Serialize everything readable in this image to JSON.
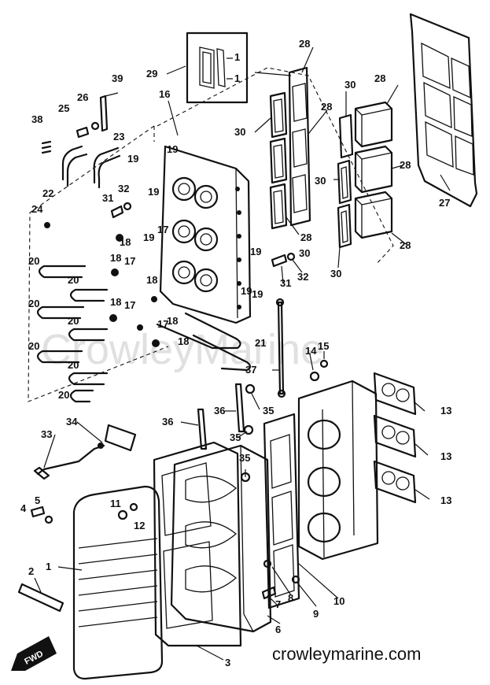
{
  "watermark": "CrowleyMarine",
  "site_label": "crowleymarine.com",
  "fwd_label": "FWD",
  "inset_marks": [
    "1",
    "1"
  ],
  "callouts": [
    {
      "id": "c1",
      "text": "1"
    },
    {
      "id": "c2",
      "text": "2"
    },
    {
      "id": "c3",
      "text": "3"
    },
    {
      "id": "c4",
      "text": "4"
    },
    {
      "id": "c5",
      "text": "5"
    },
    {
      "id": "c6",
      "text": "6"
    },
    {
      "id": "c7",
      "text": "7"
    },
    {
      "id": "c8",
      "text": "8"
    },
    {
      "id": "c9",
      "text": "9"
    },
    {
      "id": "c10",
      "text": "10"
    },
    {
      "id": "c11",
      "text": "11"
    },
    {
      "id": "c12",
      "text": "12"
    },
    {
      "id": "c13a",
      "text": "13"
    },
    {
      "id": "c13b",
      "text": "13"
    },
    {
      "id": "c13c",
      "text": "13"
    },
    {
      "id": "c14",
      "text": "14"
    },
    {
      "id": "c15",
      "text": "15"
    },
    {
      "id": "c16",
      "text": "16"
    },
    {
      "id": "c17a",
      "text": "17"
    },
    {
      "id": "c17b",
      "text": "17"
    },
    {
      "id": "c17c",
      "text": "17"
    },
    {
      "id": "c17d",
      "text": "17"
    },
    {
      "id": "c18a",
      "text": "18"
    },
    {
      "id": "c18b",
      "text": "18"
    },
    {
      "id": "c18c",
      "text": "18"
    },
    {
      "id": "c18d",
      "text": "18"
    },
    {
      "id": "c18e",
      "text": "18"
    },
    {
      "id": "c18f",
      "text": "18"
    },
    {
      "id": "c19a",
      "text": "19"
    },
    {
      "id": "c19b",
      "text": "19"
    },
    {
      "id": "c19c",
      "text": "19"
    },
    {
      "id": "c19d",
      "text": "19"
    },
    {
      "id": "c19e",
      "text": "19"
    },
    {
      "id": "c19f",
      "text": "19"
    },
    {
      "id": "c19g",
      "text": "19"
    },
    {
      "id": "c20a",
      "text": "20"
    },
    {
      "id": "c20b",
      "text": "20"
    },
    {
      "id": "c20c",
      "text": "20"
    },
    {
      "id": "c20d",
      "text": "20"
    },
    {
      "id": "c20e",
      "text": "20"
    },
    {
      "id": "c20f",
      "text": "20"
    },
    {
      "id": "c20g",
      "text": "20"
    },
    {
      "id": "c21",
      "text": "21"
    },
    {
      "id": "c22",
      "text": "22"
    },
    {
      "id": "c23",
      "text": "23"
    },
    {
      "id": "c24",
      "text": "24"
    },
    {
      "id": "c25",
      "text": "25"
    },
    {
      "id": "c26",
      "text": "26"
    },
    {
      "id": "c27",
      "text": "27"
    },
    {
      "id": "c28a",
      "text": "28"
    },
    {
      "id": "c28b",
      "text": "28"
    },
    {
      "id": "c28c",
      "text": "28"
    },
    {
      "id": "c28d",
      "text": "28"
    },
    {
      "id": "c28e",
      "text": "28"
    },
    {
      "id": "c28f",
      "text": "28"
    },
    {
      "id": "c29",
      "text": "29"
    },
    {
      "id": "c30a",
      "text": "30"
    },
    {
      "id": "c30b",
      "text": "30"
    },
    {
      "id": "c30c",
      "text": "30"
    },
    {
      "id": "c30d",
      "text": "30"
    },
    {
      "id": "c30e",
      "text": "30"
    },
    {
      "id": "c31a",
      "text": "31"
    },
    {
      "id": "c31b",
      "text": "31"
    },
    {
      "id": "c32a",
      "text": "32"
    },
    {
      "id": "c32b",
      "text": "32"
    },
    {
      "id": "c33",
      "text": "33"
    },
    {
      "id": "c34",
      "text": "34"
    },
    {
      "id": "c35a",
      "text": "35"
    },
    {
      "id": "c35b",
      "text": "35"
    },
    {
      "id": "c35c",
      "text": "35"
    },
    {
      "id": "c36a",
      "text": "36"
    },
    {
      "id": "c36b",
      "text": "36"
    },
    {
      "id": "c37",
      "text": "37"
    },
    {
      "id": "c38",
      "text": "38"
    },
    {
      "id": "c39",
      "text": "39"
    }
  ]
}
